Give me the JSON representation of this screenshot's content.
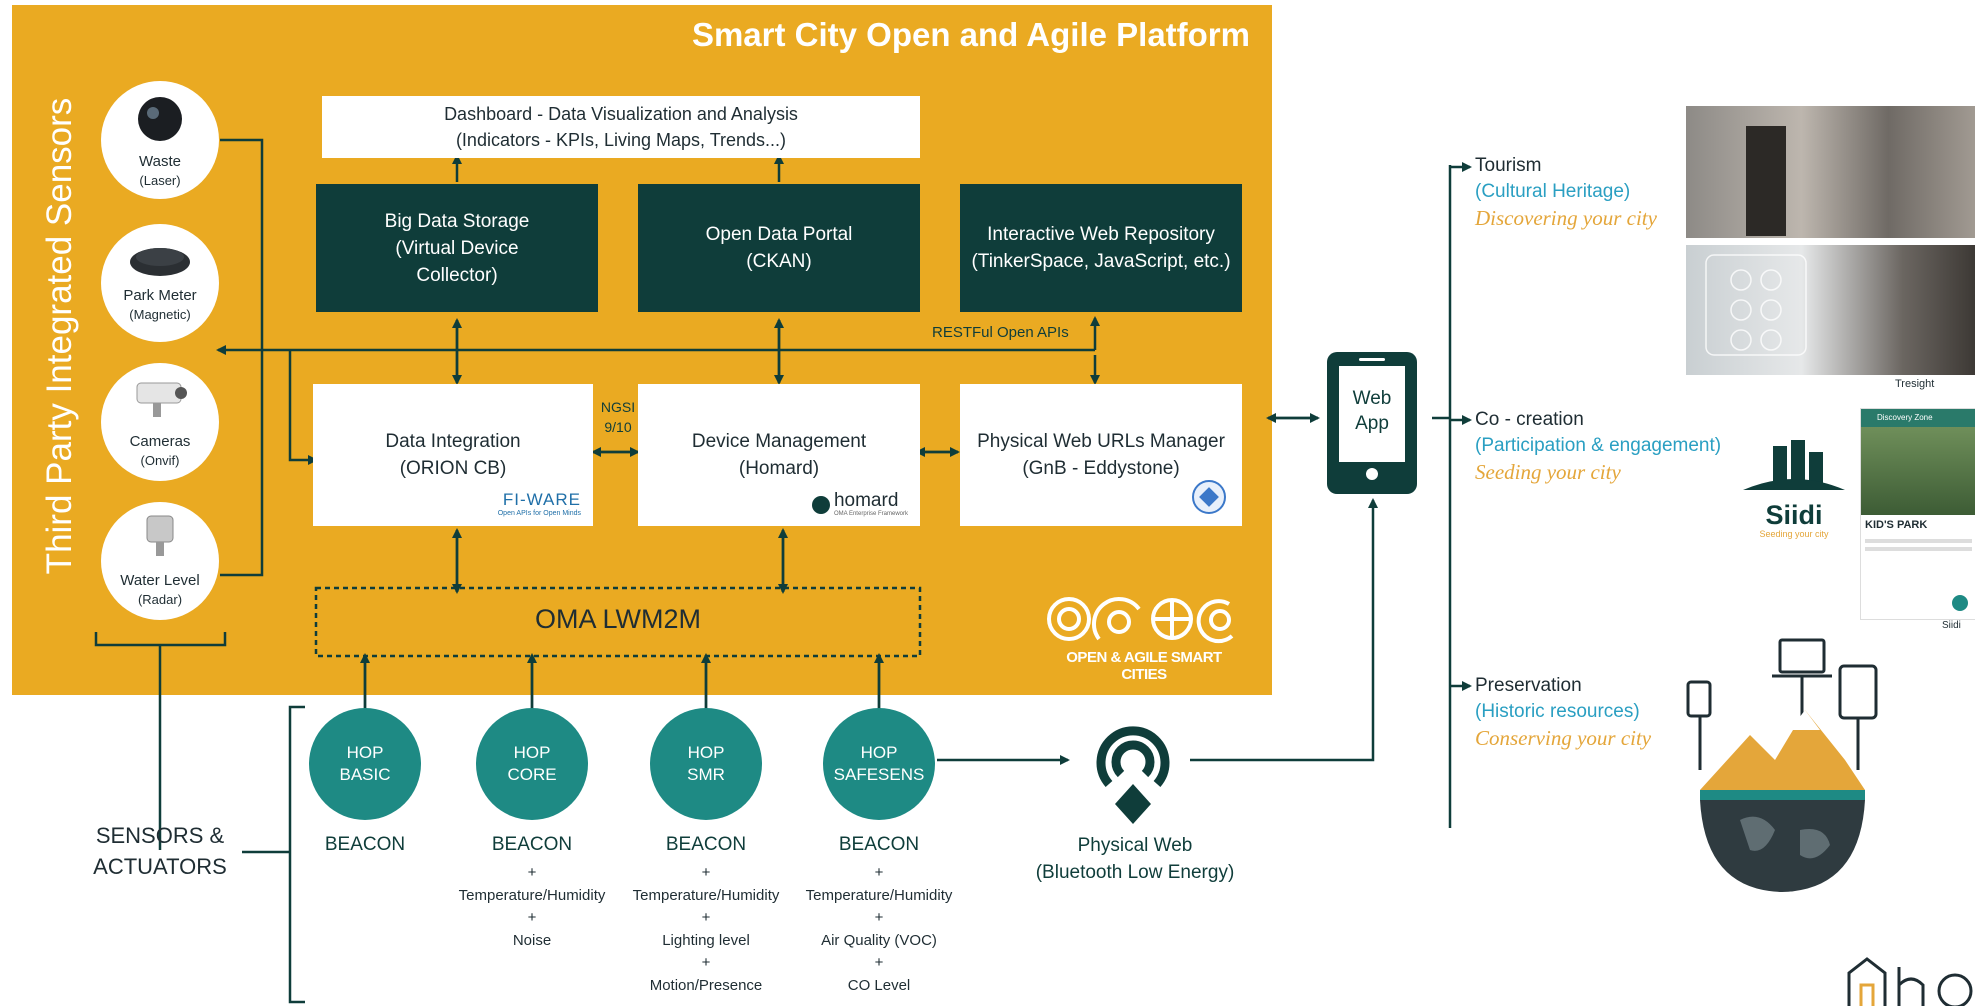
{
  "platform": {
    "title": "Smart City Open and Agile Platform",
    "side_title": "Third Party Integrated Sensors"
  },
  "sensors": [
    {
      "label": "Waste",
      "sub": "(Laser)",
      "icon": "waste-sensor-icon"
    },
    {
      "label": "Park Meter",
      "sub": "(Magnetic)",
      "icon": "park-meter-icon"
    },
    {
      "label": "Cameras",
      "sub": "(Onvif)",
      "icon": "camera-icon"
    },
    {
      "label": "Water Level",
      "sub": "(Radar)",
      "icon": "water-level-icon"
    }
  ],
  "dashboard": {
    "line1": "Dashboard - Data Visualization and Analysis",
    "line2": "(Indicators - KPIs, Living Maps, Trends...)"
  },
  "top_boxes": [
    {
      "lines": [
        "Big Data Storage",
        "(Virtual Device",
        "Collector)"
      ]
    },
    {
      "lines": [
        "Open Data Portal",
        "(CKAN)"
      ]
    },
    {
      "lines": [
        "Interactive Web Repository",
        "(TinkerSpace, JavaScript, etc.)"
      ]
    }
  ],
  "apis_label": "RESTFul Open APIs",
  "ngsi_label": [
    "NGSI",
    "9/10"
  ],
  "mid_boxes": [
    {
      "lines": [
        "Data Integration",
        "(ORION CB)"
      ],
      "logo": "FI-WARE",
      "logo_sub": "Open APIs for Open Minds"
    },
    {
      "lines": [
        "Device Management",
        "(Homard)"
      ],
      "logo": "homard",
      "logo_sub": "OMA Enterprise Framework"
    },
    {
      "lines": [
        "Physical Web URLs Manager",
        "(GnB - Eddystone)"
      ],
      "logo": "",
      "logo_sub": ""
    }
  ],
  "oma": "OMA LWM2M",
  "oasc": {
    "line": "OPEN & AGILE SMART CITIES"
  },
  "hops": [
    {
      "lines": [
        "HOP",
        "BASIC"
      ],
      "beacon": "BEACON",
      "details": []
    },
    {
      "lines": [
        "HOP",
        "CORE"
      ],
      "beacon": "BEACON",
      "details": [
        "+",
        "Temperature/Humidity",
        "+",
        "Noise"
      ]
    },
    {
      "lines": [
        "HOP",
        "SMR"
      ],
      "beacon": "BEACON",
      "details": [
        "+",
        "Temperature/Humidity",
        "+",
        "Lighting level",
        "+",
        "Motion/Presence"
      ]
    },
    {
      "lines": [
        "HOP",
        "SAFESENS"
      ],
      "beacon": "BEACON",
      "details": [
        "+",
        "Temperature/Humidity",
        "+",
        "Air Quality (VOC)",
        "+",
        "CO Level"
      ]
    }
  ],
  "sensors_actuators": [
    "SENSORS &",
    "ACTUATORS"
  ],
  "physical_web": [
    "Physical Web",
    "(Bluetooth Low Energy)"
  ],
  "web_app": [
    "Web",
    "App"
  ],
  "right_items": [
    {
      "title": "Tourism",
      "sub": "(Cultural Heritage)",
      "italic": "Discovering your city"
    },
    {
      "title": "Co - creation",
      "sub": "(Participation  & engagement)",
      "italic": "Seeding your city"
    },
    {
      "title": "Preservation",
      "sub": "(Historic resources)",
      "italic": "Conserving your city"
    }
  ],
  "tresight": "Tresight",
  "siidi": {
    "brand": "Siidi",
    "tagline": "Seeding your city",
    "phone_header": "Discovery Zone",
    "park": "KID'S PARK",
    "caption": "Siidi"
  },
  "colors": {
    "orange": "#eaaa22",
    "dark_teal": "#0f3d3a",
    "teal": "#1e8a84",
    "blue": "#2a9fc2",
    "gold_text": "#e4a63a"
  }
}
